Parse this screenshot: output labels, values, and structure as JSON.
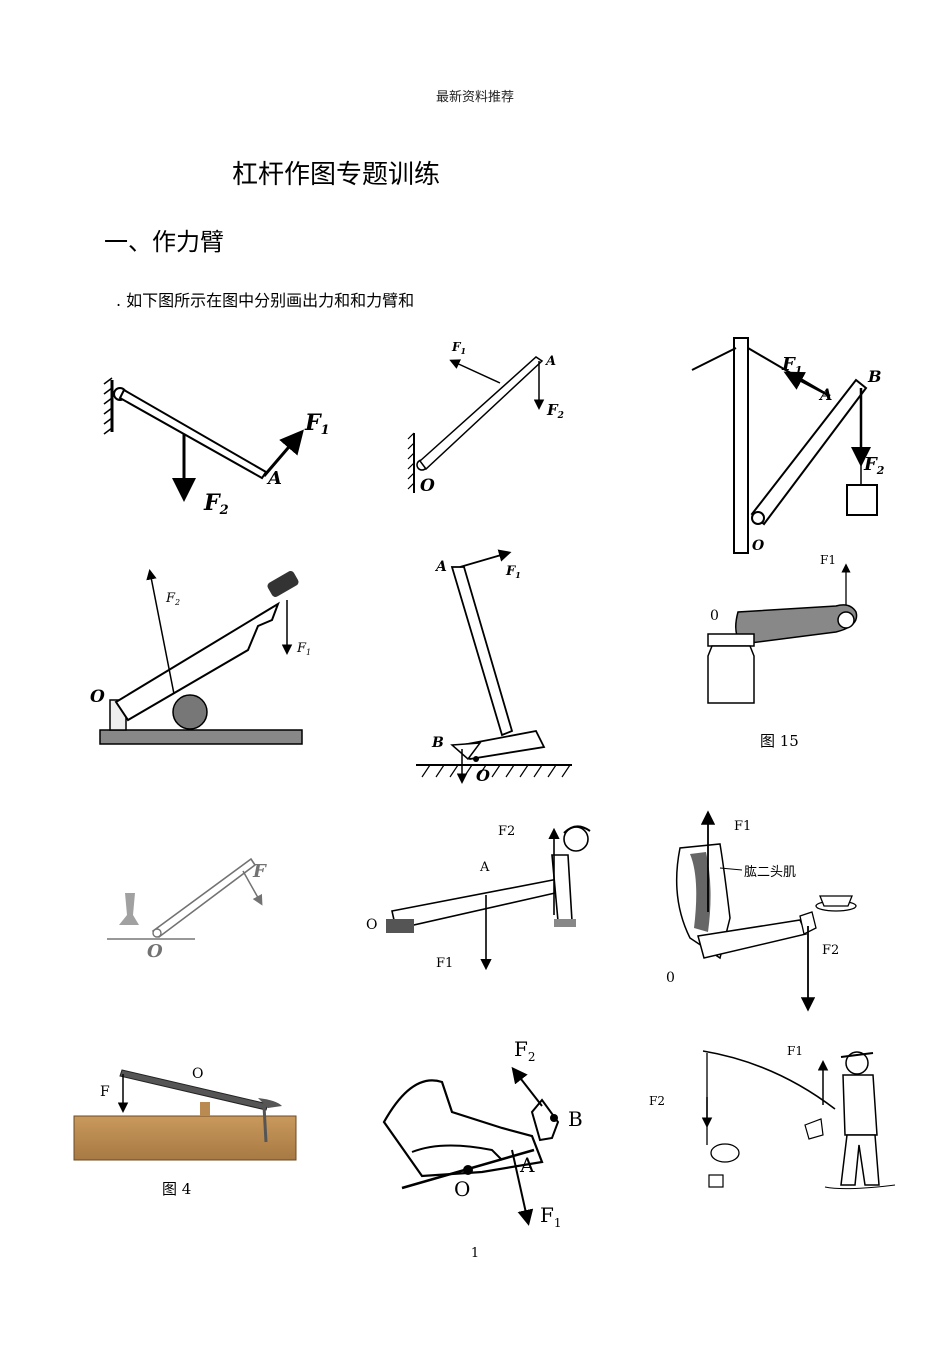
{
  "header": {
    "text": "最新资料推荐"
  },
  "title": "杠杆作图专题训练",
  "section": "一、作力臂",
  "instruction": ". 如下图所示在图中分别画出力和和力臂和",
  "figures": {
    "f1": {
      "name": "wall-lever",
      "labels": {
        "f1": "F",
        "f1sub": "1",
        "f2": "F",
        "f2sub": "2",
        "a": "A"
      }
    },
    "f2": {
      "name": "hinged-rod",
      "labels": {
        "f1": "F",
        "f1sub": "1",
        "f2": "F",
        "f2sub": "2",
        "a": "A",
        "o": "O"
      }
    },
    "f3": {
      "name": "crane-pole",
      "labels": {
        "f1": "F",
        "f1sub": "1",
        "f2": "F",
        "f2sub": "2",
        "a": "A",
        "b": "B",
        "o": "O"
      }
    },
    "f4": {
      "name": "paper-cutter",
      "labels": {
        "f1": "F",
        "f1sub": "1",
        "f2": "F",
        "f2sub": "2",
        "o": "O"
      }
    },
    "f5": {
      "name": "crowbar",
      "labels": {
        "f1": "F",
        "f1sub": "1",
        "a": "A",
        "b": "B",
        "o": "O"
      }
    },
    "f6": {
      "name": "bottle-opener",
      "labels": {
        "f1": "F1",
        "o": "0",
        "caption": "图 15"
      }
    },
    "f7": {
      "name": "pedal",
      "labels": {
        "f": "F",
        "o": "O"
      }
    },
    "f8": {
      "name": "push-up",
      "labels": {
        "f1": "F1",
        "f2": "F2",
        "a": "A",
        "o": "O"
      }
    },
    "f9": {
      "name": "forearm",
      "labels": {
        "f1": "F1",
        "f2": "F2",
        "o": "0",
        "muscle": "肱二头肌"
      }
    },
    "f10": {
      "name": "nail-claw",
      "labels": {
        "f": "F",
        "o": "O",
        "caption": "图 4"
      }
    },
    "f11": {
      "name": "foot-pedal",
      "labels": {
        "f1": "F",
        "f1sub": "1",
        "f2": "F",
        "f2sub": "2",
        "a": "A",
        "b": "B",
        "o": "O"
      }
    },
    "f12": {
      "name": "fishing-rod",
      "labels": {
        "f1": "F1",
        "f2": "F2"
      }
    }
  },
  "page_number": "1"
}
